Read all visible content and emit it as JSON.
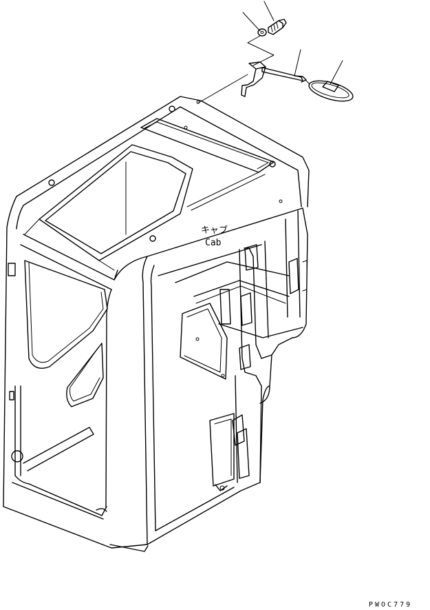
{
  "diagram": {
    "label_jp": "キャブ",
    "label_en": "Cab",
    "drawing_code": "PWOC779"
  }
}
